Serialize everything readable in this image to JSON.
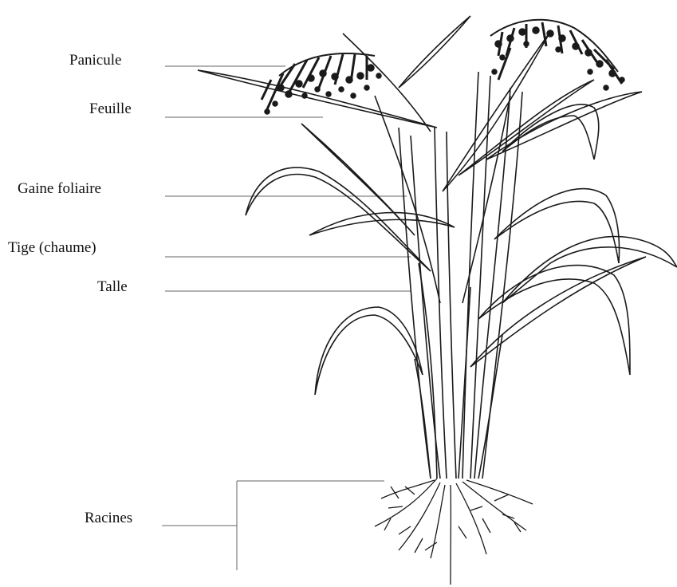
{
  "labels": {
    "panicule": "Panicule",
    "feuille": "Feuille",
    "gaine": "Gaine foliaire",
    "tige": "Tige (chaume)",
    "talle": "Talle",
    "racines": "Racines"
  },
  "colors": {
    "ink": "#1a1a1a",
    "leader": "#555555",
    "background": "#ffffff"
  }
}
